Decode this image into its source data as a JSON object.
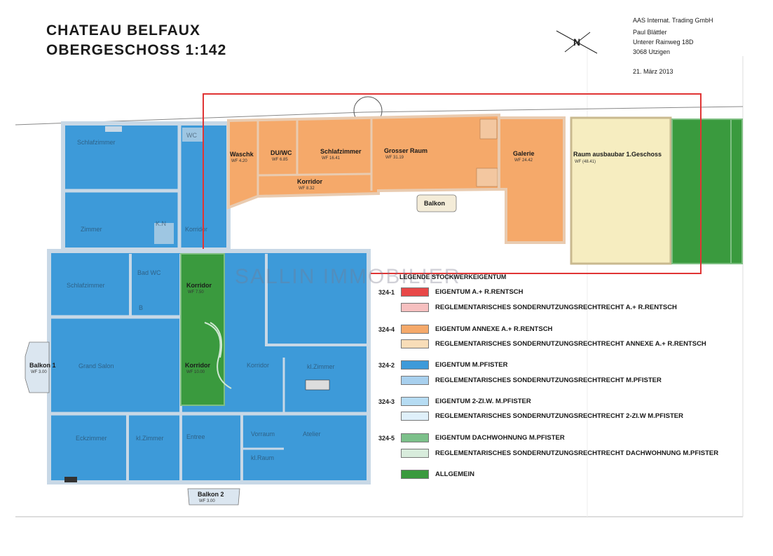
{
  "title": {
    "line1": "CHATEAU BELFAUX",
    "line2": "OBERGESCHOSS 1:142"
  },
  "company": {
    "name": "AAS Internat. Trading GmbH",
    "person": "Paul Blättler",
    "street": "Unterer Rainweg 18D",
    "city": "3068 Utzigen",
    "date": "21. März 2013"
  },
  "north_label": "N",
  "watermark": "SALLIN IMMOBILIER",
  "colors": {
    "blue": "#3d9ad9",
    "orange": "#f5a96a",
    "cream": "#f6edc0",
    "green": "#3a9a3e",
    "red_border": "#e03535",
    "wall": "#c8d8e6"
  },
  "rooms": {
    "schlafzimmer_nw": "Schlafzimmer",
    "zimmer_w": "Zimmer",
    "korridor_nw": "Korridor",
    "waschk": "Waschk",
    "waschk_wf": "WF 4.20",
    "duwc": "DU/WC",
    "duwc_wf": "WF 6.85",
    "schlafzimmer_o": "Schlafzimmer",
    "schlafzimmer_o_wf": "WF 16.41",
    "grosser_raum": "Grosser Raum",
    "grosser_raum_wf": "WF 31.19",
    "korridor_o": "Korridor",
    "korridor_o_wf": "WF 8.32",
    "galerie": "Galerie",
    "galerie_wf": "WF 24.42",
    "balkon_top": "Balkon",
    "raum_ausbaubar": "Raum ausbaubar 1.Geschoss",
    "raum_ausbaubar_wf": "WF (48.41)",
    "bad_wc": "Bad WC",
    "schlafzimmer_sw": "Schlafzimmer",
    "korridor_g1": "Korridor",
    "korridor_g1_wf": "WF 7.50",
    "korridor_g2": "Korridor",
    "korridor_g2_wf": "WF 10.00",
    "grand_salon": "Grand Salon",
    "balkon1": "Balkon 1",
    "balkon1_wf": "WF 3.00",
    "korridor_c": "Korridor",
    "kl_zimmer_e": "kl.Zimmer",
    "eckzimmer": "Eckzimmer",
    "kl_zimmer_s": "kl.Zimmer",
    "entree": "Entree",
    "vorraum": "Vorraum",
    "atelier": "Atelier",
    "kl_raum": "kl.Raum",
    "balkon2": "Balkon 2",
    "balkon2_wf": "WF 3.00",
    "wc": "WC",
    "b": "B",
    "kn": "K.N"
  },
  "legend": {
    "title": "LEGENDE STOCKWERKEIGENTUM",
    "rows": [
      {
        "code": "324-1",
        "color": "#e84848",
        "label": "EIGENTUM A.+ R.RENTSCH"
      },
      {
        "code": "",
        "color": "#f6c0c0",
        "label": "REGLEMENTARISCHES SONDERNUTZUNGSRECHTRECHT  A.+ R.RENTSCH"
      },
      {
        "code": "324-4",
        "color": "#f5a96a",
        "label": "EIGENTUM ANNEXE  A.+ R.RENTSCH"
      },
      {
        "code": "",
        "color": "#f8ddb8",
        "label": "REGLEMENTARISCHES SONDERNUTZUNGSRECHTRECHT ANNEXE  A.+ R.RENTSCH"
      },
      {
        "code": "324-2",
        "color": "#3d9ad9",
        "label": "EIGENTUM M.PFISTER"
      },
      {
        "code": "",
        "color": "#a8d0ee",
        "label": "REGLEMENTARISCHES SONDERNUTZUNGSRECHTRECHT M.PFISTER"
      },
      {
        "code": "324-3",
        "color": "#b6dcf3",
        "label": "EIGENTUM  2-ZI.W. M.PFISTER"
      },
      {
        "code": "",
        "color": "#dff0fa",
        "label": "REGLEMENTARISCHES SONDERNUTZUNGSRECHTRECHT 2-ZI.W M.PFISTER"
      },
      {
        "code": "324-5",
        "color": "#7cc08a",
        "label": "EIGENTUM DACHWOHNUNG M.PFISTER"
      },
      {
        "code": "",
        "color": "#d8ecdc",
        "label": "REGLEMENTARISCHES SONDERNUTZUNGSRECHTRECHT DACHWOHNUNG M.PFISTER"
      },
      {
        "code": "",
        "color": "#3a9a3e",
        "label": "ALLGEMEIN"
      }
    ]
  }
}
